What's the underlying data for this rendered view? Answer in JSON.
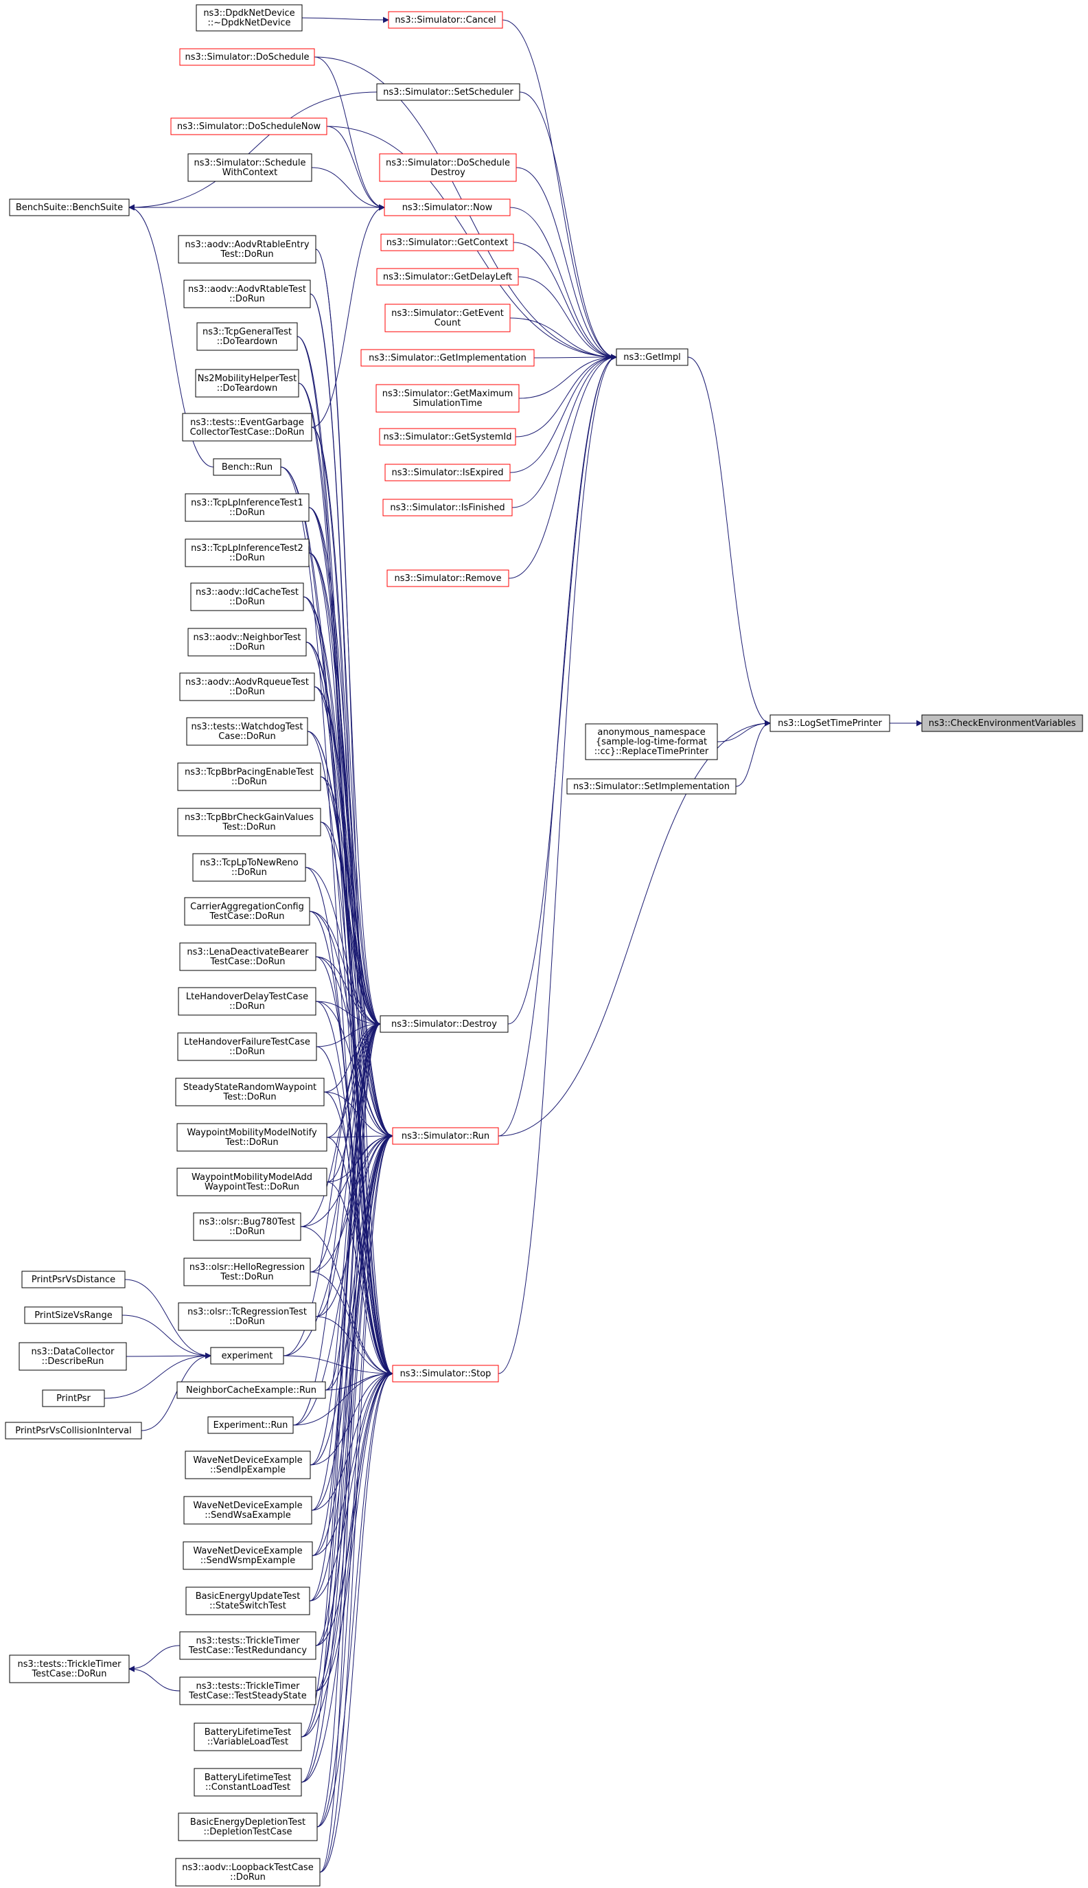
{
  "diagram": {
    "kind": "call-graph",
    "root": "ns3::CheckEnvironmentVariables",
    "colors": {
      "edge": "#191970",
      "box_border_black": "#000000",
      "box_border_red": "#ff0000",
      "root_fill": "#bfbfbf",
      "box_fill": "#ffffff"
    },
    "nodes": [
      {
        "id": "root",
        "lines": [
          "ns3::CheckEnvironmentVariables"
        ],
        "style": "root"
      },
      {
        "id": "logsettime",
        "lines": [
          "ns3::LogSetTimePrinter"
        ],
        "style": "black"
      },
      {
        "id": "anon",
        "lines": [
          "anonymous_namespace",
          "{sample-log-time-format",
          "::cc}::ReplaceTimePrinter"
        ],
        "style": "black"
      },
      {
        "id": "setimpl",
        "lines": [
          "ns3::Simulator::SetImplementation"
        ],
        "style": "black"
      },
      {
        "id": "getimpl",
        "lines": [
          "ns3::GetImpl"
        ],
        "style": "black"
      },
      {
        "id": "dpdk",
        "lines": [
          "ns3::DpdkNetDevice",
          "::~DpdkNetDevice"
        ],
        "style": "black"
      },
      {
        "id": "cancel",
        "lines": [
          "ns3::Simulator::Cancel"
        ],
        "style": "red"
      },
      {
        "id": "doschedule",
        "lines": [
          "ns3::Simulator::DoSchedule"
        ],
        "style": "red"
      },
      {
        "id": "setscheduler",
        "lines": [
          "ns3::Simulator::SetScheduler"
        ],
        "style": "black"
      },
      {
        "id": "doschedulenow",
        "lines": [
          "ns3::Simulator::DoScheduleNow"
        ],
        "style": "red"
      },
      {
        "id": "schedctx",
        "lines": [
          "ns3::Simulator::Schedule",
          "WithContext"
        ],
        "style": "black"
      },
      {
        "id": "doschedestroy",
        "lines": [
          "ns3::Simulator::DoSchedule",
          "Destroy"
        ],
        "style": "red"
      },
      {
        "id": "now",
        "lines": [
          "ns3::Simulator::Now"
        ],
        "style": "red"
      },
      {
        "id": "benchsuite",
        "lines": [
          "BenchSuite::BenchSuite"
        ],
        "style": "black"
      },
      {
        "id": "getcontext",
        "lines": [
          "ns3::Simulator::GetContext"
        ],
        "style": "red"
      },
      {
        "id": "aodvrtentry",
        "lines": [
          "ns3::aodv::AodvRtableEntry",
          "Test::DoRun"
        ],
        "style": "black"
      },
      {
        "id": "getdelayleft",
        "lines": [
          "ns3::Simulator::GetDelayLeft"
        ],
        "style": "red"
      },
      {
        "id": "aodvrt",
        "lines": [
          "ns3::aodv::AodvRtableTest",
          "::DoRun"
        ],
        "style": "black"
      },
      {
        "id": "geteventcount",
        "lines": [
          "ns3::Simulator::GetEvent",
          "Count"
        ],
        "style": "red"
      },
      {
        "id": "tcpgeneral",
        "lines": [
          "ns3::TcpGeneralTest",
          "::DoTeardown"
        ],
        "style": "black"
      },
      {
        "id": "getimplementation",
        "lines": [
          "ns3::Simulator::GetImplementation"
        ],
        "style": "red"
      },
      {
        "id": "ns2mob",
        "lines": [
          "Ns2MobilityHelperTest",
          "::DoTeardown"
        ],
        "style": "black"
      },
      {
        "id": "getmaxsim",
        "lines": [
          "ns3::Simulator::GetMaximum",
          "SimulationTime"
        ],
        "style": "red"
      },
      {
        "id": "eventgarbage",
        "lines": [
          "ns3::tests::EventGarbage",
          "CollectorTestCase::DoRun"
        ],
        "style": "black"
      },
      {
        "id": "getsystemid",
        "lines": [
          "ns3::Simulator::GetSystemId"
        ],
        "style": "red"
      },
      {
        "id": "benchrun",
        "lines": [
          "Bench::Run"
        ],
        "style": "black"
      },
      {
        "id": "isexpired",
        "lines": [
          "ns3::Simulator::IsExpired"
        ],
        "style": "red"
      },
      {
        "id": "tcplp1",
        "lines": [
          "ns3::TcpLpInferenceTest1",
          "::DoRun"
        ],
        "style": "black"
      },
      {
        "id": "isfinished",
        "lines": [
          "ns3::Simulator::IsFinished"
        ],
        "style": "red"
      },
      {
        "id": "tcplp2",
        "lines": [
          "ns3::TcpLpInferenceTest2",
          "::DoRun"
        ],
        "style": "black"
      },
      {
        "id": "remove",
        "lines": [
          "ns3::Simulator::Remove"
        ],
        "style": "red"
      },
      {
        "id": "idcache",
        "lines": [
          "ns3::aodv::IdCacheTest",
          "::DoRun"
        ],
        "style": "black"
      },
      {
        "id": "neighbor",
        "lines": [
          "ns3::aodv::NeighborTest",
          "::DoRun"
        ],
        "style": "black"
      },
      {
        "id": "rqueue",
        "lines": [
          "ns3::aodv::AodvRqueueTest",
          "::DoRun"
        ],
        "style": "black"
      },
      {
        "id": "watchdog",
        "lines": [
          "ns3::tests::WatchdogTest",
          "Case::DoRun"
        ],
        "style": "black"
      },
      {
        "id": "bbrpacing",
        "lines": [
          "ns3::TcpBbrPacingEnableTest",
          "::DoRun"
        ],
        "style": "black"
      },
      {
        "id": "bbrgain",
        "lines": [
          "ns3::TcpBbrCheckGainValues",
          "Test::DoRun"
        ],
        "style": "black"
      },
      {
        "id": "lpnewreno",
        "lines": [
          "ns3::TcpLpToNewReno",
          "::DoRun"
        ],
        "style": "black"
      },
      {
        "id": "carrieragg",
        "lines": [
          "CarrierAggregationConfig",
          "TestCase::DoRun"
        ],
        "style": "black"
      },
      {
        "id": "lenadeact",
        "lines": [
          "ns3::LenaDeactivateBearer",
          "TestCase::DoRun"
        ],
        "style": "black"
      },
      {
        "id": "ltehodelay",
        "lines": [
          "LteHandoverDelayTestCase",
          "::DoRun"
        ],
        "style": "black"
      },
      {
        "id": "destroy",
        "lines": [
          "ns3::Simulator::Destroy"
        ],
        "style": "black"
      },
      {
        "id": "ltehofail",
        "lines": [
          "LteHandoverFailureTestCase",
          "::DoRun"
        ],
        "style": "black"
      },
      {
        "id": "steadystate",
        "lines": [
          "SteadyStateRandomWaypoint",
          "Test::DoRun"
        ],
        "style": "black"
      },
      {
        "id": "wpnotify",
        "lines": [
          "WaypointMobilityModelNotify",
          "Test::DoRun"
        ],
        "style": "black"
      },
      {
        "id": "simrun",
        "lines": [
          "ns3::Simulator::Run"
        ],
        "style": "red"
      },
      {
        "id": "wpadd",
        "lines": [
          "WaypointMobilityModelAdd",
          "WaypointTest::DoRun"
        ],
        "style": "black"
      },
      {
        "id": "bug780",
        "lines": [
          "ns3::olsr::Bug780Test",
          "::DoRun"
        ],
        "style": "black"
      },
      {
        "id": "hello",
        "lines": [
          "ns3::olsr::HelloRegression",
          "Test::DoRun"
        ],
        "style": "black"
      },
      {
        "id": "printpsrvsdist",
        "lines": [
          "PrintPsrVsDistance"
        ],
        "style": "black"
      },
      {
        "id": "tcregression",
        "lines": [
          "ns3::olsr::TcRegressionTest",
          "::DoRun"
        ],
        "style": "black"
      },
      {
        "id": "printsize",
        "lines": [
          "PrintSizeVsRange"
        ],
        "style": "black"
      },
      {
        "id": "datacollector",
        "lines": [
          "ns3::DataCollector",
          "::DescribeRun"
        ],
        "style": "black"
      },
      {
        "id": "experiment",
        "lines": [
          "experiment"
        ],
        "style": "black"
      },
      {
        "id": "simstop",
        "lines": [
          "ns3::Simulator::Stop"
        ],
        "style": "red"
      },
      {
        "id": "printpsr",
        "lines": [
          "PrintPsr"
        ],
        "style": "black"
      },
      {
        "id": "neighborcache",
        "lines": [
          "NeighborCacheExample::Run"
        ],
        "style": "black"
      },
      {
        "id": "printcollision",
        "lines": [
          "PrintPsrVsCollisionInterval"
        ],
        "style": "black"
      },
      {
        "id": "exprun",
        "lines": [
          "Experiment::Run"
        ],
        "style": "black"
      },
      {
        "id": "sendip",
        "lines": [
          "WaveNetDeviceExample",
          "::SendIpExample"
        ],
        "style": "black"
      },
      {
        "id": "sendwsa",
        "lines": [
          "WaveNetDeviceExample",
          "::SendWsaExample"
        ],
        "style": "black"
      },
      {
        "id": "sendwsmp",
        "lines": [
          "WaveNetDeviceExample",
          "::SendWsmpExample"
        ],
        "style": "black"
      },
      {
        "id": "energyupdate",
        "lines": [
          "BasicEnergyUpdateTest",
          "::StateSwitchTest"
        ],
        "style": "black"
      },
      {
        "id": "trickleredund",
        "lines": [
          "ns3::tests::TrickleTimer",
          "TestCase::TestRedundancy"
        ],
        "style": "black"
      },
      {
        "id": "trickledorun",
        "lines": [
          "ns3::tests::TrickleTimer",
          "TestCase::DoRun"
        ],
        "style": "black"
      },
      {
        "id": "tricklesteady",
        "lines": [
          "ns3::tests::TrickleTimer",
          "TestCase::TestSteadyState"
        ],
        "style": "black"
      },
      {
        "id": "batteryvar",
        "lines": [
          "BatteryLifetimeTest",
          "::VariableLoadTest"
        ],
        "style": "black"
      },
      {
        "id": "batteryconst",
        "lines": [
          "BatteryLifetimeTest",
          "::ConstantLoadTest"
        ],
        "style": "black"
      },
      {
        "id": "energydepletion",
        "lines": [
          "BasicEnergyDepletionTest",
          "::DepletionTestCase"
        ],
        "style": "black"
      },
      {
        "id": "loopback",
        "lines": [
          "ns3::aodv::LoopbackTestCase",
          "::DoRun"
        ],
        "style": "black"
      }
    ]
  }
}
